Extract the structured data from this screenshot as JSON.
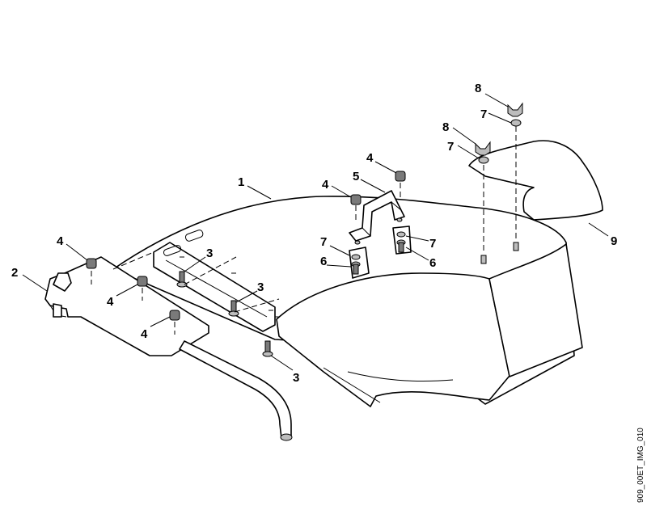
{
  "drawing_ref": "909_00ET_IMG_010",
  "callouts": {
    "c1": "1",
    "c2": "2",
    "c3a": "3",
    "c3b": "3",
    "c3c": "3",
    "c4a": "4",
    "c4b": "4",
    "c4c": "4",
    "c4d": "4",
    "c4e": "4",
    "c5": "5",
    "c6a": "6",
    "c6b": "6",
    "c7a": "7",
    "c7b": "7",
    "c7c": "7",
    "c7d": "7",
    "c8a": "8",
    "c8b": "8",
    "c9": "9"
  }
}
